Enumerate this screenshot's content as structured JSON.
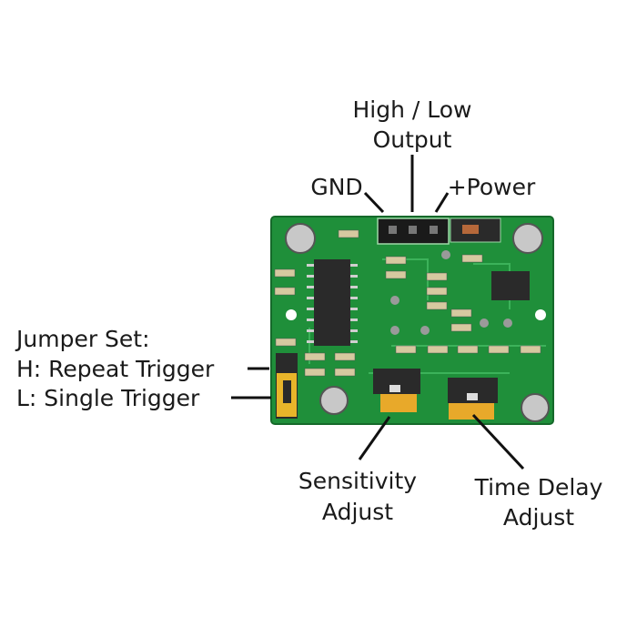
{
  "labels": {
    "output_line1": "High / Low",
    "output_line2": "Output",
    "gnd": "GND",
    "power": "+Power",
    "jumper_title": "Jumper Set:",
    "jumper_h": "H: Repeat Trigger",
    "jumper_l": "L: Single Trigger",
    "sensitivity_line1": "Sensitivity",
    "sensitivity_line2": "Adjust",
    "time_delay_line1": "Time Delay",
    "time_delay_line2": "Adjust"
  },
  "colors": {
    "board": "#1f8f3a",
    "board_dark": "#15692a",
    "trace": "#3cb25a",
    "chip": "#2a2a2a",
    "pot_yellow": "#e8a92a",
    "jumper_yellow": "#e8b52a",
    "capacitor": "#c8c8c8"
  }
}
